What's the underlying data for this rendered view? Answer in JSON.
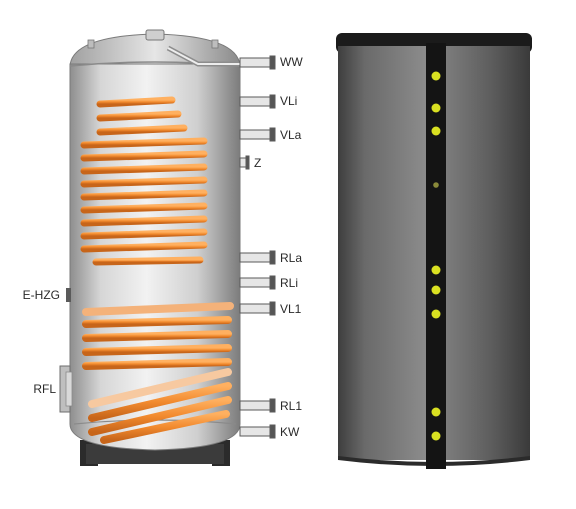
{
  "ports_right": [
    {
      "id": "ww",
      "label": "WW"
    },
    {
      "id": "vli",
      "label": "VLi"
    },
    {
      "id": "vla",
      "label": "VLa"
    },
    {
      "id": "z",
      "label": "Z"
    },
    {
      "id": "rla",
      "label": "RLa"
    },
    {
      "id": "rli",
      "label": "RLi"
    },
    {
      "id": "vl1",
      "label": "VL1"
    },
    {
      "id": "rl1",
      "label": "RL1"
    },
    {
      "id": "kw",
      "label": "KW"
    }
  ],
  "ports_left": [
    {
      "id": "ehzg",
      "label": "E-HZG"
    },
    {
      "id": "rfl",
      "label": "RFL"
    }
  ],
  "colors": {
    "coil_orange": "#f28a2e",
    "coil_dark": "#3a3a3a",
    "tank_gray": "#c9c9c9",
    "jacket_gray": "#6f6f6f",
    "jacket_stripe": "#141414",
    "indicator_yellow": "#d9e021"
  }
}
